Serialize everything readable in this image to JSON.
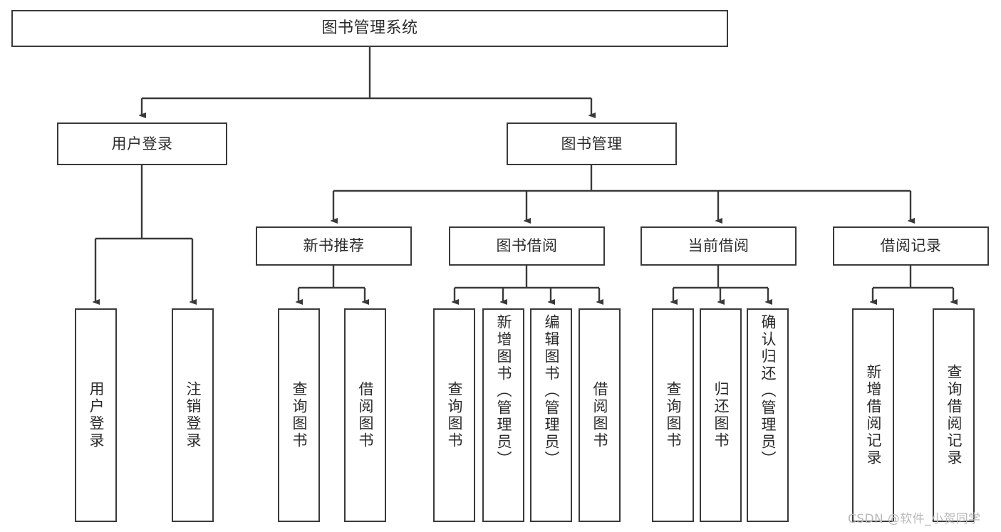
{
  "diagram": {
    "title": "图书管理系统",
    "watermark": "CSDN @软件_小贺同学",
    "colors": {
      "stroke": "#3a3a3c",
      "text": "#2b2b2b",
      "background": "#ffffff",
      "watermark": "#b9b9bb"
    },
    "root": {
      "label": "图书管理系统"
    },
    "level1": [
      {
        "label": "用户登录"
      },
      {
        "label": "图书管理"
      }
    ],
    "level2": [
      {
        "label": "新书推荐"
      },
      {
        "label": "图书借阅"
      },
      {
        "label": "当前借阅"
      },
      {
        "label": "借阅记录"
      }
    ],
    "leaves": {
      "user_login": [
        {
          "label": "用户登录"
        },
        {
          "label": "注销登录"
        }
      ],
      "new_book_recommend": [
        {
          "label": "查询图书"
        },
        {
          "label": "借阅图书"
        }
      ],
      "book_borrow": [
        {
          "label": "查询图书"
        },
        {
          "label": "新增图书（管理员）"
        },
        {
          "label": "编辑图书（管理员）"
        },
        {
          "label": "借阅图书"
        }
      ],
      "current_borrow": [
        {
          "label": "查询图书"
        },
        {
          "label": "归还图书"
        },
        {
          "label": "确认归还（管理员）"
        }
      ],
      "borrow_record": [
        {
          "label": "新增借阅记录"
        },
        {
          "label": "查询借阅记录"
        }
      ]
    }
  }
}
